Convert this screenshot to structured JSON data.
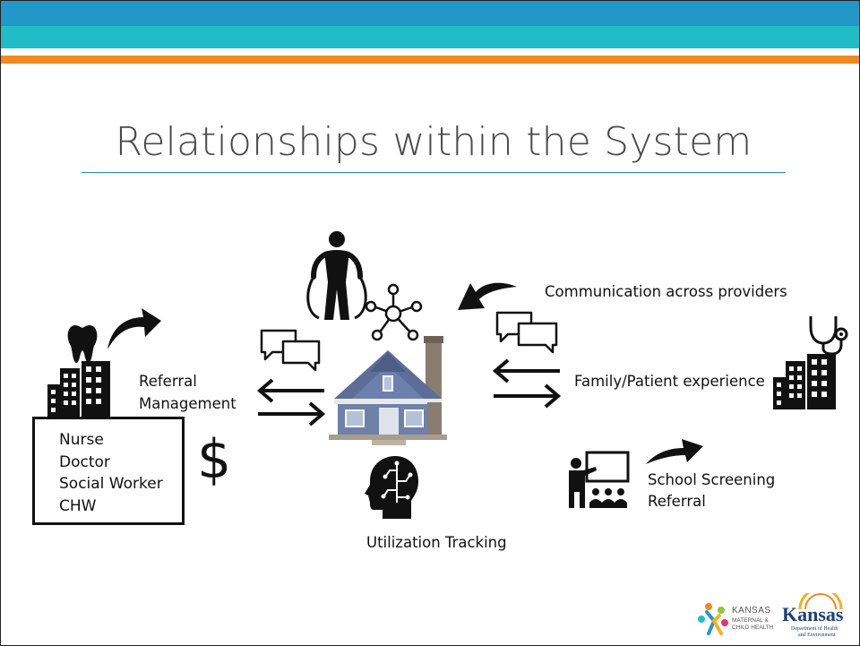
{
  "slide": {
    "title": "Relationships within the System",
    "colors": {
      "top_band": "#2298c9",
      "mid_band": "#22bcc7",
      "accent_band": "#f08a1f",
      "title_rule": "#2a8ab2",
      "title_text": "#4a4a4a"
    }
  },
  "labels": {
    "referral_line1": "Referral",
    "referral_line2": "Management",
    "communication": "Communication across providers",
    "family": "Family/Patient experience",
    "school_line1": "School Screening",
    "school_line2": "Referral",
    "utilization": "Utilization Tracking",
    "currency": "$"
  },
  "staff": [
    "Nurse",
    "Doctor",
    "Social Worker",
    "CHW"
  ],
  "logos": {
    "mch_line1": "KANSAS",
    "mch_line2": "MATERNAL &",
    "mch_line3": "CHILD HEALTH",
    "kdhe_name": "Kansas",
    "kdhe_line1": "Department of Health",
    "kdhe_line2": "and Environment"
  },
  "icons": [
    "tooth-icon",
    "city-buildings-icon",
    "curved-arrow-icon",
    "jump-rope-person-icon",
    "network-icon",
    "chat-bubbles-icon",
    "exchange-arrows-icon",
    "house-icon",
    "brain-head-icon",
    "stethoscope-icon",
    "teacher-classroom-icon"
  ]
}
